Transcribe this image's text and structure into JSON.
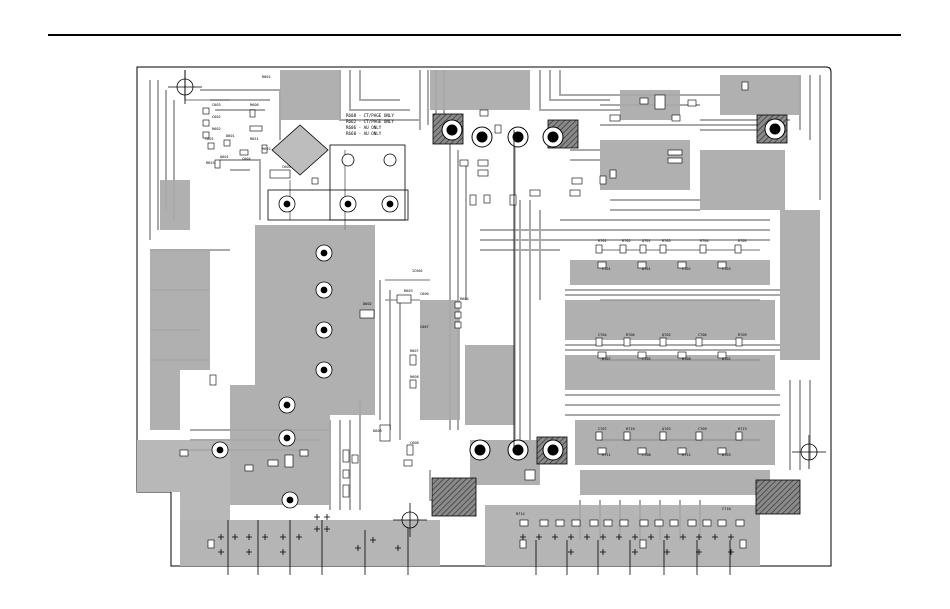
{
  "board": {
    "notes": [
      "R608 - CT/PAGE ONLY",
      "R662 - CT/PAGE ONLY",
      "R606 - AU ONLY",
      "R660 - AU ONLY"
    ],
    "labels": [
      "R801",
      "C603",
      "C602",
      "R602",
      "C601",
      "D601",
      "R606",
      "R651",
      "R652",
      "C604",
      "Q601",
      "R653",
      "C605",
      "D602",
      "R603",
      "C606",
      "R604",
      "IC601",
      "C607",
      "R607",
      "R608",
      "D603",
      "C608",
      "R701",
      "R702",
      "C701",
      "Q701",
      "D701",
      "R703",
      "C702",
      "R704",
      "C703",
      "R705",
      "C704",
      "R706",
      "R707",
      "C705",
      "Q702",
      "R708",
      "C706",
      "D702",
      "R709",
      "C707",
      "R710",
      "R711",
      "C708",
      "Q703",
      "R712",
      "C709",
      "D703",
      "R713",
      "R714",
      "C710"
    ],
    "colors": {
      "trace": "#b3b3b3",
      "trace_dark": "#9c9c9c",
      "background": "#ffffff",
      "ink": "#000000",
      "pad_hatch": "#555555"
    }
  }
}
